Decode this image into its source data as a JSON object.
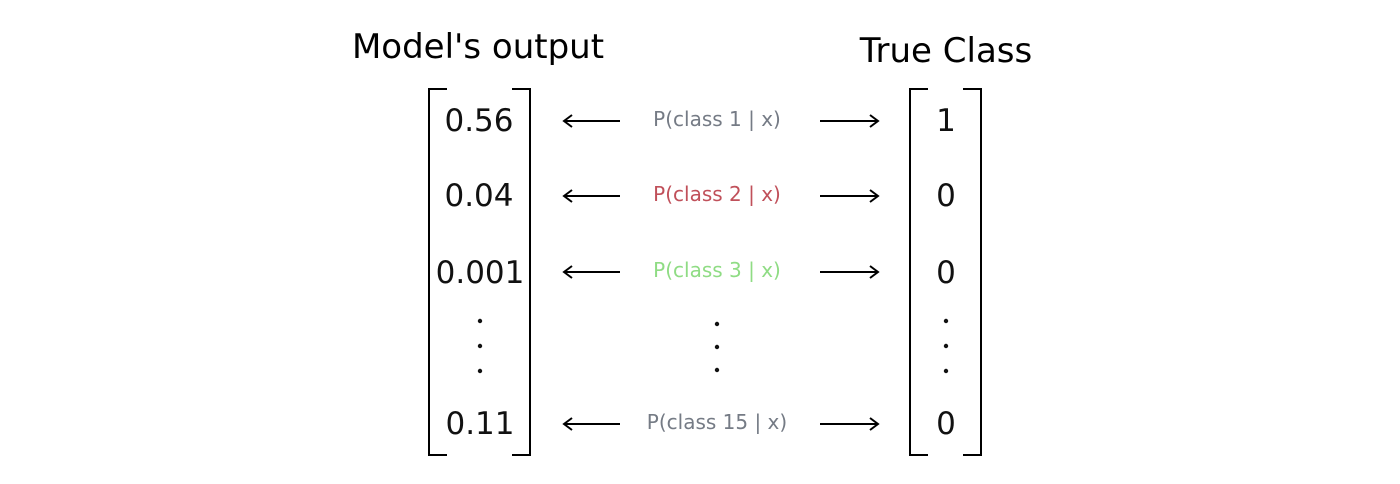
{
  "left_heading": "Model's output",
  "right_heading": "True Class",
  "rows": [
    {
      "output": "0.56",
      "label": "P(class 1 | x)",
      "label_color": "#757b85",
      "true": "1"
    },
    {
      "output": "0.04",
      "label": "P(class 2 | x)",
      "label_color": "#c0505a",
      "true": "0"
    },
    {
      "output": "0.001",
      "label": "P(class 3 | x)",
      "label_color": "#8fdc84",
      "true": "0"
    },
    {
      "output": "0.11",
      "label": "P(class 15 | x)",
      "label_color": "#757b85",
      "true": "0"
    }
  ],
  "text_color": "#111111"
}
